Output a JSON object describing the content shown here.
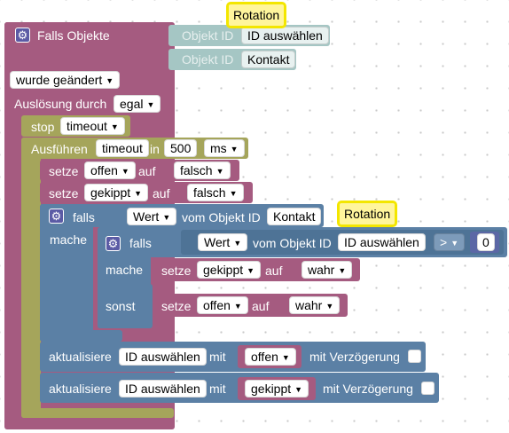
{
  "colors": {
    "event_block": "#a55b80",
    "timeout_block": "#a5a55b",
    "variable_block": "#a55b80",
    "logic_block": "#5b80a5",
    "object_block": "#a5c6c4",
    "object_text_faint": "#e6efee",
    "number_field_bg": "#ffffff"
  },
  "comments": {
    "top": "Rotation",
    "inner": "Rotation"
  },
  "event": {
    "gear_icon": "gear-icon",
    "title": "Falls Objekte",
    "object_rows": [
      {
        "prefix": "Objekt ID",
        "value": "ID auswählen"
      },
      {
        "prefix": "Objekt ID",
        "value": "Kontakt"
      }
    ],
    "changed_dropdown": "wurde geändert",
    "trigger_label": "Auslösung durch",
    "trigger_dropdown": "egal"
  },
  "stop": {
    "label": "stop",
    "dropdown": "timeout"
  },
  "timeout": {
    "label": "Ausführen",
    "name": "timeout",
    "in_label": "in",
    "value": "500",
    "unit": "ms"
  },
  "set1": {
    "label": "setze",
    "var": "offen",
    "on": "auf",
    "value": "falsch"
  },
  "set2": {
    "label": "setze",
    "var": "gekippt",
    "on": "auf",
    "value": "falsch"
  },
  "if_outer": {
    "falls": "falls",
    "attr": "Wert",
    "from_label": "vom Objekt ID",
    "object": "Kontakt",
    "mache": "mache"
  },
  "if_inner": {
    "falls": "falls",
    "attr": "Wert",
    "from_label": "vom Objekt ID",
    "object": "ID auswählen",
    "operator": ">",
    "number": "0",
    "mache": "mache",
    "sonst": "sonst"
  },
  "set3": {
    "label": "setze",
    "var": "gekippt",
    "on": "auf",
    "value": "wahr"
  },
  "set4": {
    "label": "setze",
    "var": "offen",
    "on": "auf",
    "value": "wahr"
  },
  "update1": {
    "label": "aktualisiere",
    "object": "ID auswählen",
    "mit": "mit",
    "var": "offen",
    "delay": "mit Verzögerung"
  },
  "update2": {
    "label": "aktualisiere",
    "object": "ID auswählen",
    "mit": "mit",
    "var": "gekippt",
    "delay": "mit Verzögerung"
  }
}
